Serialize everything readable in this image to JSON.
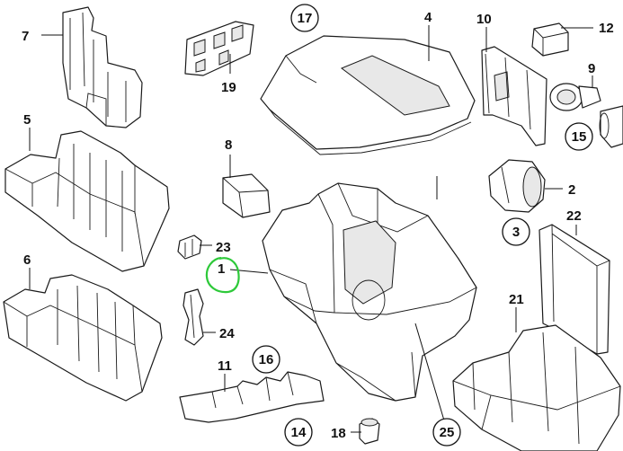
{
  "labels": {
    "l1": "1",
    "l2": "2",
    "l3": "3",
    "l4": "4",
    "l5": "5",
    "l6": "6",
    "l7": "7",
    "l8": "8",
    "l9": "9",
    "l10": "10",
    "l11": "11",
    "l12": "12",
    "l14": "14",
    "l15": "15",
    "l16": "16",
    "l17": "17",
    "l18": "18",
    "l19": "19",
    "l21": "21",
    "l22": "22",
    "l23": "23",
    "l24": "24",
    "l25": "25"
  },
  "highlight_color": "#2ec93a",
  "highlighted_part": "1"
}
